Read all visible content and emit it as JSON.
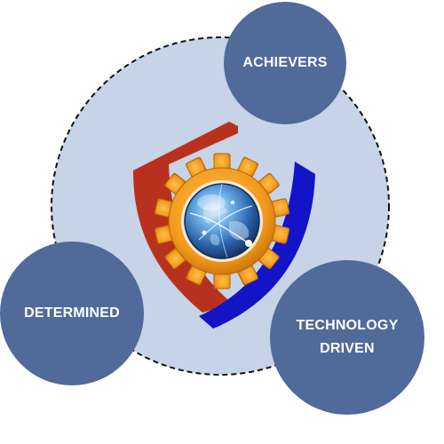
{
  "colors": {
    "background": "#ffffff",
    "big_circle_fill": "#c7d3e6",
    "dashed_border": "#111111",
    "bubble_fill": "#506a9a",
    "bubble_text": "#ffffff",
    "shield_red": "#b8311d",
    "shield_blue": "#1313c8",
    "gear_orange": "#f29a1c",
    "globe_blue": "#2f6fb6"
  },
  "center_logo": {
    "icon": "shield-gear-globe-logo"
  },
  "bubbles": {
    "achievers": {
      "label": "ACHIEVERS"
    },
    "determined": {
      "label": "DETERMINED"
    },
    "technology_driven": {
      "label": "TECHNOLOGY\nDRIVEN"
    }
  }
}
